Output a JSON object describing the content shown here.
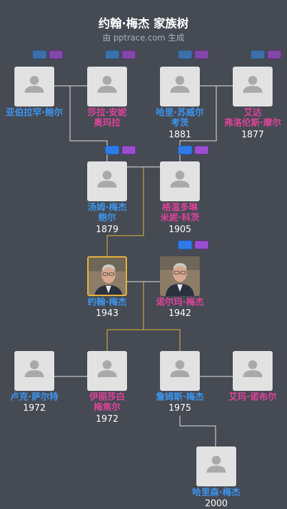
{
  "header": {
    "title": "约翰·梅杰 家族树",
    "subtitle": "由 pptrace.com 生成"
  },
  "people": [
    {
      "id": "p1",
      "name_lines": [
        "亚伯拉罕·鲍尔"
      ],
      "year": "",
      "gender": "m",
      "photo": "placeholder"
    },
    {
      "id": "p2",
      "name_lines": [
        "莎拉·安妮",
        "奥玛拉"
      ],
      "year": "",
      "gender": "f",
      "photo": "placeholder"
    },
    {
      "id": "p3",
      "name_lines": [
        "哈里·苏威尔",
        "考茨"
      ],
      "year": "1881",
      "gender": "m",
      "photo": "placeholder"
    },
    {
      "id": "p4",
      "name_lines": [
        "艾达",
        "弗洛伦斯·摩尔"
      ],
      "year": "1877",
      "gender": "f",
      "photo": "placeholder"
    },
    {
      "id": "p5",
      "name_lines": [
        "汤姆·梅杰",
        "鲍尔"
      ],
      "year": "1879",
      "gender": "m",
      "photo": "placeholder"
    },
    {
      "id": "p6",
      "name_lines": [
        "格温多琳",
        "米妮·科茨"
      ],
      "year": "1905",
      "gender": "f",
      "photo": "placeholder"
    },
    {
      "id": "p7",
      "name_lines": [
        "约翰·梅杰"
      ],
      "year": "1943",
      "gender": "m",
      "photo": "portrait",
      "is_root": true
    },
    {
      "id": "p8",
      "name_lines": [
        "诺尔玛·梅杰"
      ],
      "year": "1942",
      "gender": "f",
      "photo": "portrait"
    },
    {
      "id": "p9",
      "name_lines": [
        "卢克·萨尔特"
      ],
      "year": "1972",
      "gender": "m",
      "photo": "placeholder"
    },
    {
      "id": "p10",
      "name_lines": [
        "伊丽莎白",
        "梅焦尔"
      ],
      "year": "1972",
      "gender": "f",
      "photo": "placeholder"
    },
    {
      "id": "p11",
      "name_lines": [
        "詹姆斯·梅杰"
      ],
      "year": "1975",
      "gender": "m",
      "photo": "placeholder"
    },
    {
      "id": "p12",
      "name_lines": [
        "艾玛·诺布尔"
      ],
      "year": "",
      "gender": "f",
      "photo": "placeholder"
    },
    {
      "id": "p13",
      "name_lines": [
        "哈里森·梅杰"
      ],
      "year": "2000",
      "gender": "m",
      "photo": "placeholder"
    }
  ],
  "colors": {
    "background": "#454a53",
    "male": "#3d95ef",
    "female": "#e0439c",
    "line": "#e6e6e6",
    "root_line": "#e8b43c",
    "toggle_blue": "#2f7be6",
    "toggle_purple": "#9a4fd0"
  }
}
